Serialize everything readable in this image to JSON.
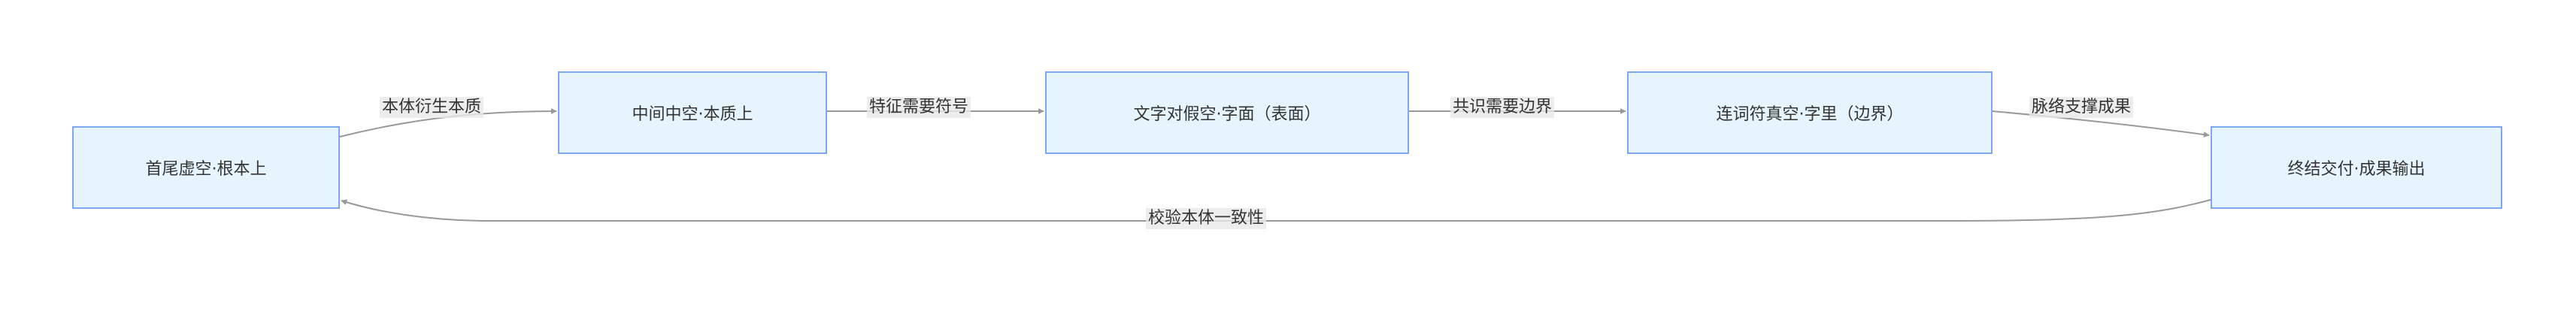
{
  "nodes": {
    "n1": "首尾虚空·根本上",
    "n2": "中间中空·本质上",
    "n3": "文字对假空·字面（表面）",
    "n4": "连词符真空·字里（边界）",
    "n5": "终结交付·成果输出"
  },
  "edges": {
    "e1": "本体衍生本质",
    "e2": "特征需要符号",
    "e3": "共识需要边界",
    "e4": "脉络支撑成果",
    "e5": "校验本体一致性"
  },
  "colors": {
    "node_fill": "#e6f5fd",
    "node_border": "#7ea6f2",
    "edge": "#999999",
    "text": "#333333"
  }
}
